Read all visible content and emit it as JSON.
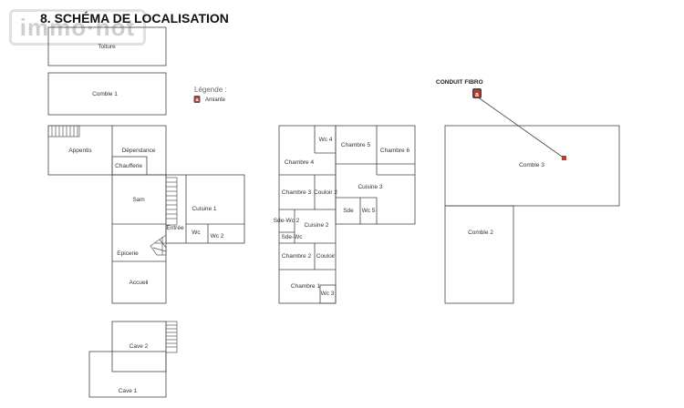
{
  "watermark": {
    "part1": "immo",
    "part2": "not"
  },
  "heading": "8. SCHÉMA DE LOCALISATION",
  "legend": {
    "title": "Légende :",
    "marker_letter": "a",
    "item": "Amiante"
  },
  "fibre_label": "CONDUIT FIBRO",
  "marker_color": "#c0392b",
  "rooms": {
    "toiture": "Toiture",
    "combles1_left": "Comble 1",
    "appentis": "Appentis",
    "dependance": "Dépendance",
    "chaufferie": "Chaufferie",
    "sam": "Sam",
    "cuisine1": "Cuisine 1",
    "entree": "Entrée",
    "wc": "Wc",
    "wc2": "Wc 2",
    "epicerie": "Epicerie",
    "accueil": "Accueil",
    "cave2": "Cave 2",
    "cave1": "Cave 1",
    "chambre4": "Chambre 4",
    "wc4": "Wc 4",
    "chambre5": "Chambre 5",
    "chambre6": "Chambre 6",
    "chambre3": "Chambre 3",
    "couloir2": "Couloir 2",
    "cuisine3": "Cuisine 3",
    "sdewc2": "Sde-Wc 2",
    "cuisine2": "Cuisine 2",
    "sde": "Sde",
    "wc5": "Wc 5",
    "sdewc": "Sde-Wc",
    "chambre2": "Chambre 2",
    "couloir": "Couloir",
    "chambre1": "Chambre 1",
    "wc3": "Wc 3",
    "combles3": "Comble 3",
    "combles2": "Comble 2"
  }
}
